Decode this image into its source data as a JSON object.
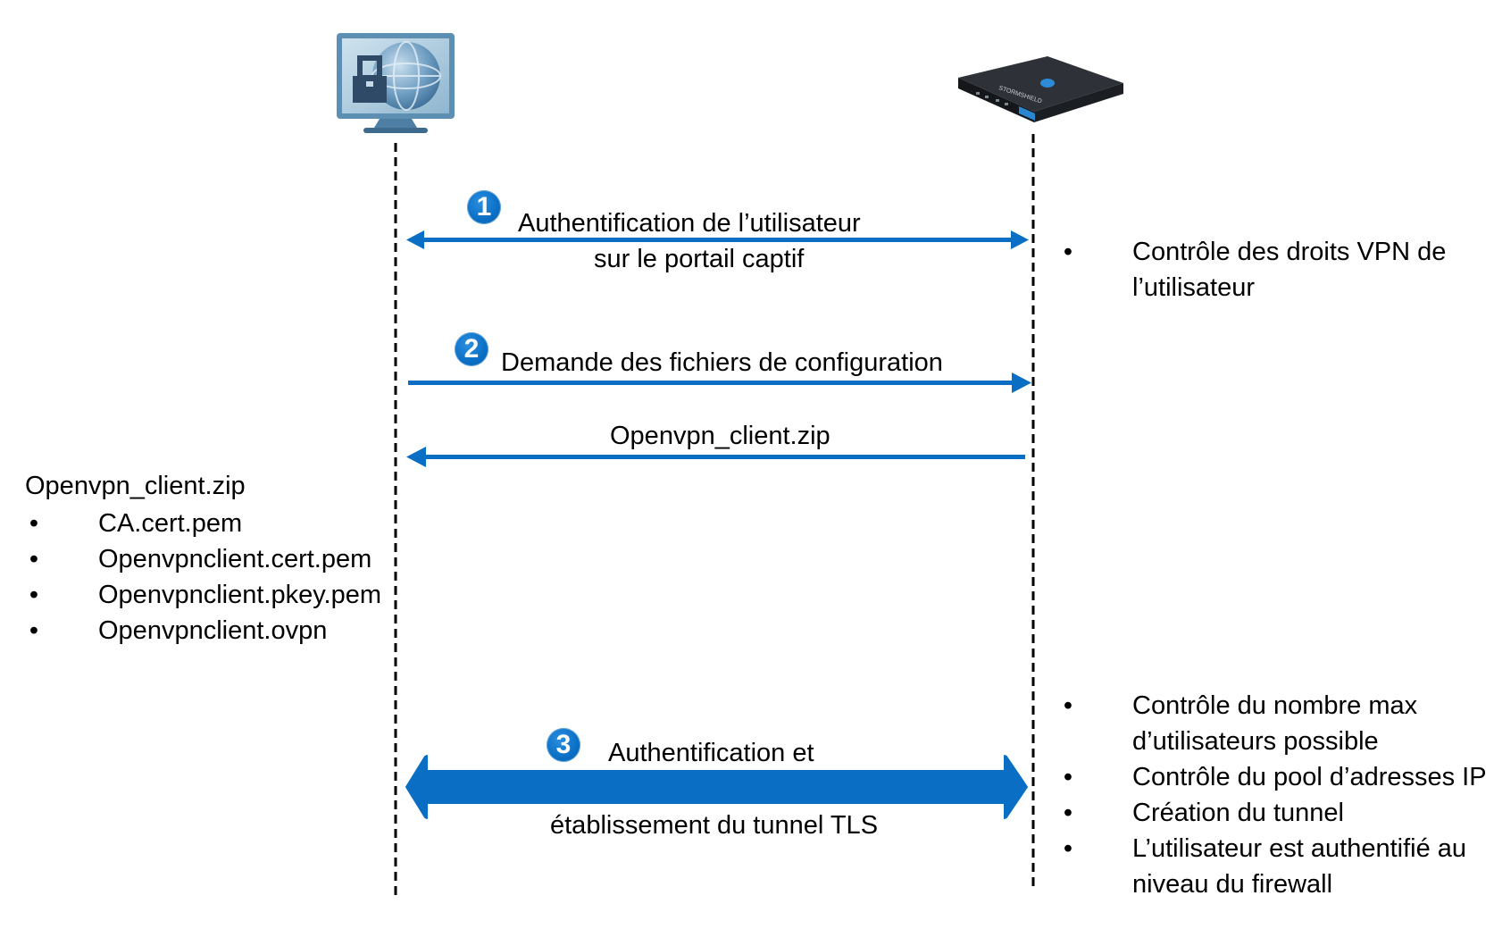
{
  "diagram": {
    "type": "sequence",
    "participants": [
      {
        "id": "client",
        "label": "",
        "icon": "vpn-client-monitor-icon"
      },
      {
        "id": "firewall",
        "label": "",
        "icon": "stormshield-firewall-appliance-icon"
      }
    ],
    "colors": {
      "arrow": "#0a6fc4",
      "badge": "#0a6fc4",
      "lifeline": "#000000",
      "text": "#000000"
    },
    "steps": [
      {
        "number": "1",
        "line1": "Authentification de l’utilisateur",
        "line2": "sur le portail captif",
        "direction": "both"
      },
      {
        "number": "2",
        "line1": "Demande des fichiers de configuration",
        "direction": "client-to-firewall"
      },
      {
        "number": "",
        "line1": "Openvpn_client.zip",
        "direction": "firewall-to-client"
      },
      {
        "number": "3",
        "line1": "Authentification et",
        "line2": "établissement du tunnel TLS",
        "direction": "both-thick"
      }
    ],
    "firewall_notes_step1": [
      {
        "line1": "Contrôle des droits VPN de",
        "line2": "l’utilisateur"
      }
    ],
    "client_package": {
      "title": "Openvpn_client.zip",
      "files": [
        "CA.cert.pem",
        "Openvpnclient.cert.pem",
        "Openvpnclient.pkey.pem",
        "Openvpnclient.ovpn"
      ]
    },
    "firewall_notes_step3": [
      {
        "line1": "Contrôle du nombre max",
        "line2": "d’utilisateurs possible"
      },
      {
        "line1": "Contrôle du pool d’adresses IP",
        "line2": ""
      },
      {
        "line1": "Création du tunnel",
        "line2": ""
      },
      {
        "line1": "L’utilisateur est authentifié au",
        "line2": "niveau du firewall"
      }
    ],
    "bullet": "•"
  }
}
